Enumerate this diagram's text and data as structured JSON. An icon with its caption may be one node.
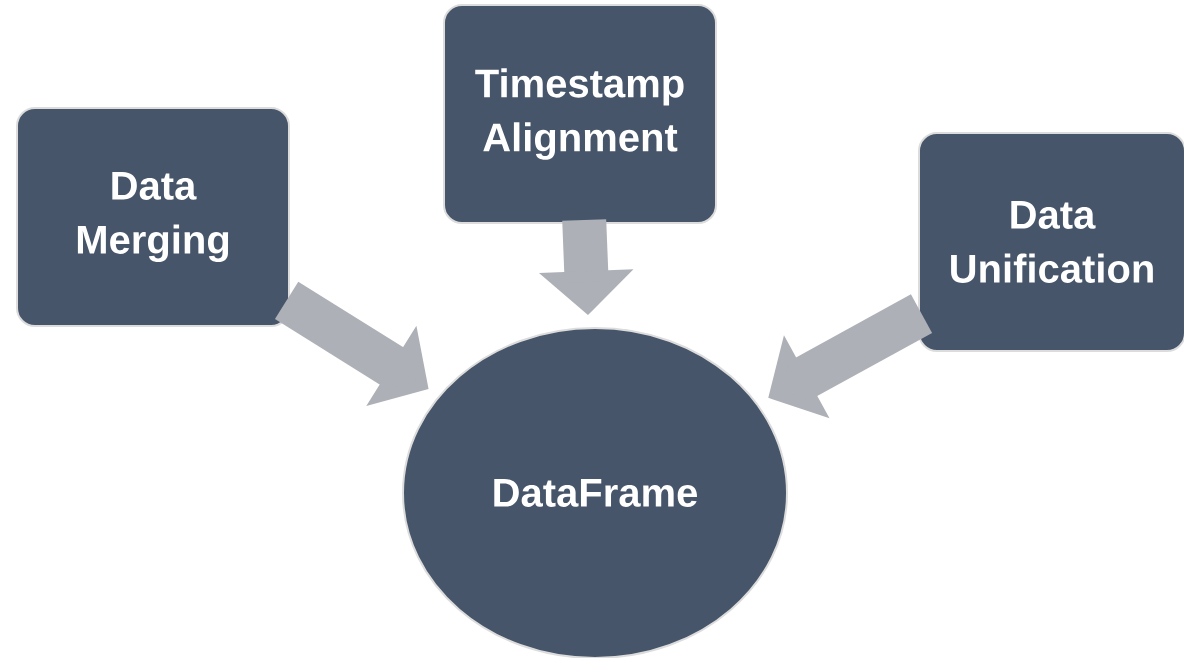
{
  "diagram": {
    "nodes": [
      {
        "text": [
          "Data Merging"
        ]
      },
      {
        "text": [
          "Timestamp Alignment"
        ]
      },
      {
        "text": [
          "Data Unification"
        ]
      },
      {
        "text": [
          "DataFrame"
        ]
      }
    ],
    "edges": [
      {
        "from": 0,
        "to": 3,
        "arrow": "to"
      },
      {
        "from": 1,
        "to": 3,
        "arrow": "to"
      },
      {
        "from": 2,
        "to": 3,
        "arrow": "to"
      }
    ]
  }
}
